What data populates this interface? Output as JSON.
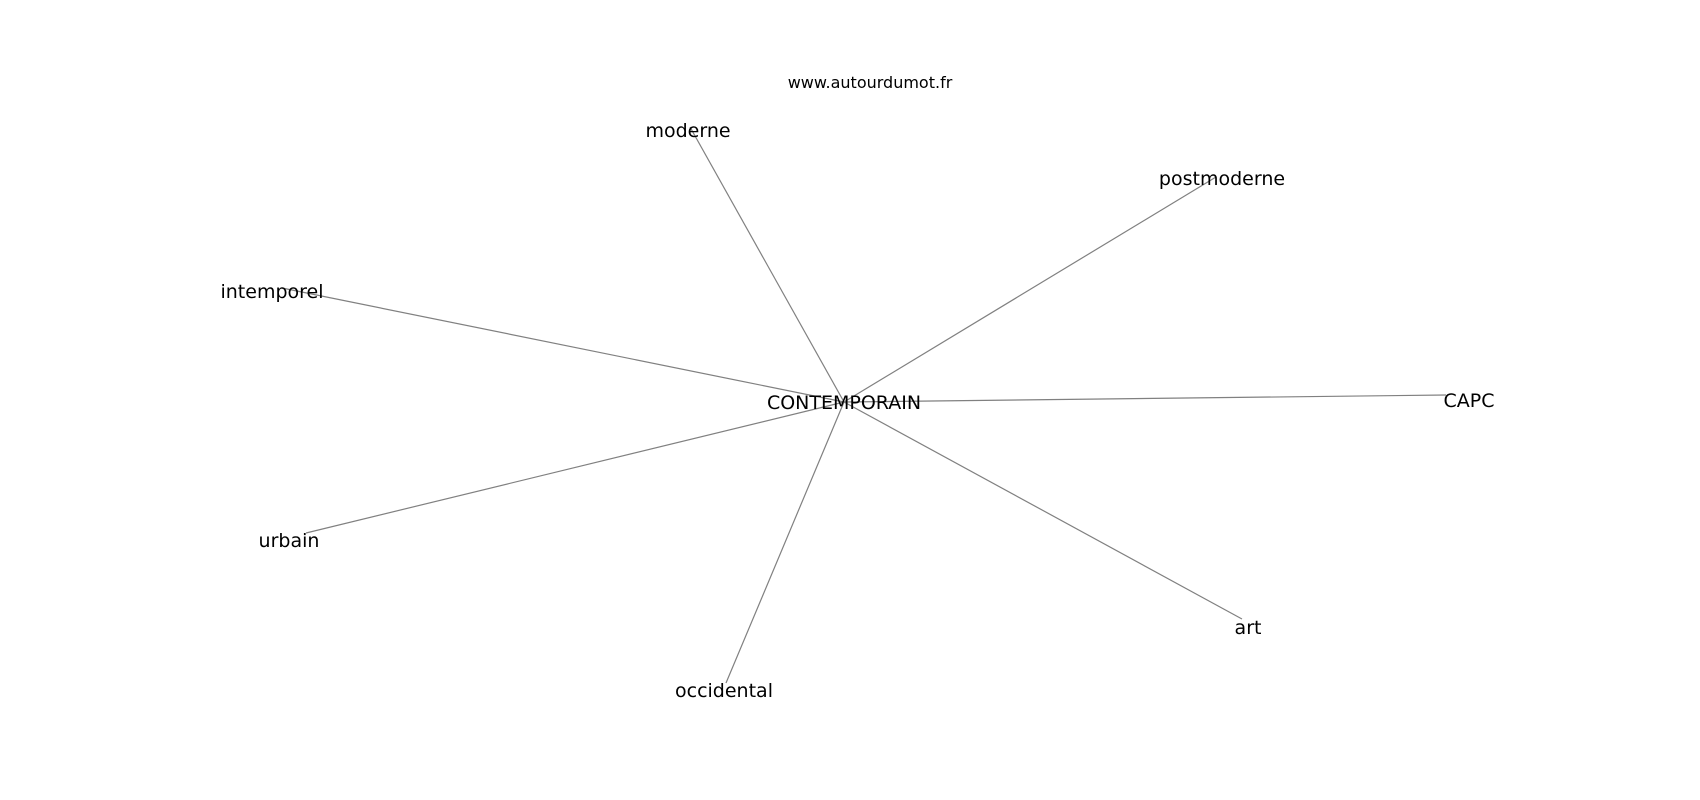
{
  "credit": "www.autourdumot.fr",
  "colors": {
    "edge": "#808080",
    "text": "#000000",
    "background": "#ffffff"
  },
  "graph": {
    "center": "CONTEMPORAIN",
    "nodes": [
      {
        "id": "contemporain",
        "label": "CONTEMPORAIN"
      },
      {
        "id": "moderne",
        "label": "moderne"
      },
      {
        "id": "postmoderne",
        "label": "postmoderne"
      },
      {
        "id": "intemporel",
        "label": "intemporel"
      },
      {
        "id": "capc",
        "label": "CAPC"
      },
      {
        "id": "urbain",
        "label": "urbain"
      },
      {
        "id": "art",
        "label": "art"
      },
      {
        "id": "occidental",
        "label": "occidental"
      }
    ],
    "edges": [
      {
        "from": "contemporain",
        "to": "moderne"
      },
      {
        "from": "contemporain",
        "to": "postmoderne"
      },
      {
        "from": "contemporain",
        "to": "intemporel"
      },
      {
        "from": "contemporain",
        "to": "capc"
      },
      {
        "from": "contemporain",
        "to": "urbain"
      },
      {
        "from": "contemporain",
        "to": "art"
      },
      {
        "from": "contemporain",
        "to": "occidental"
      }
    ]
  }
}
